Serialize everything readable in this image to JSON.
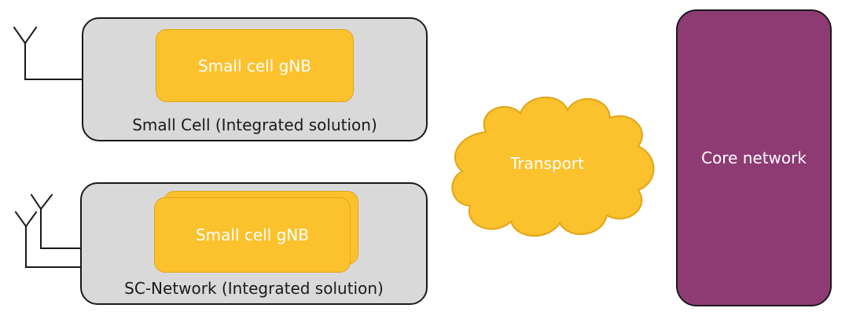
{
  "small_cell": {
    "gnb_label": "Small cell gNB",
    "caption": "Small Cell (Integrated solution)"
  },
  "sc_network": {
    "gnb_label": "Small cell gNB",
    "caption": "SC-Network (Integrated solution)"
  },
  "transport": {
    "label": "Transport"
  },
  "core": {
    "label": "Core network"
  },
  "colors": {
    "gnb_fill": "#fcc22e",
    "box_fill": "#d9d9d9",
    "core_fill": "#8e3b73",
    "outline": "#1a1a1a"
  }
}
